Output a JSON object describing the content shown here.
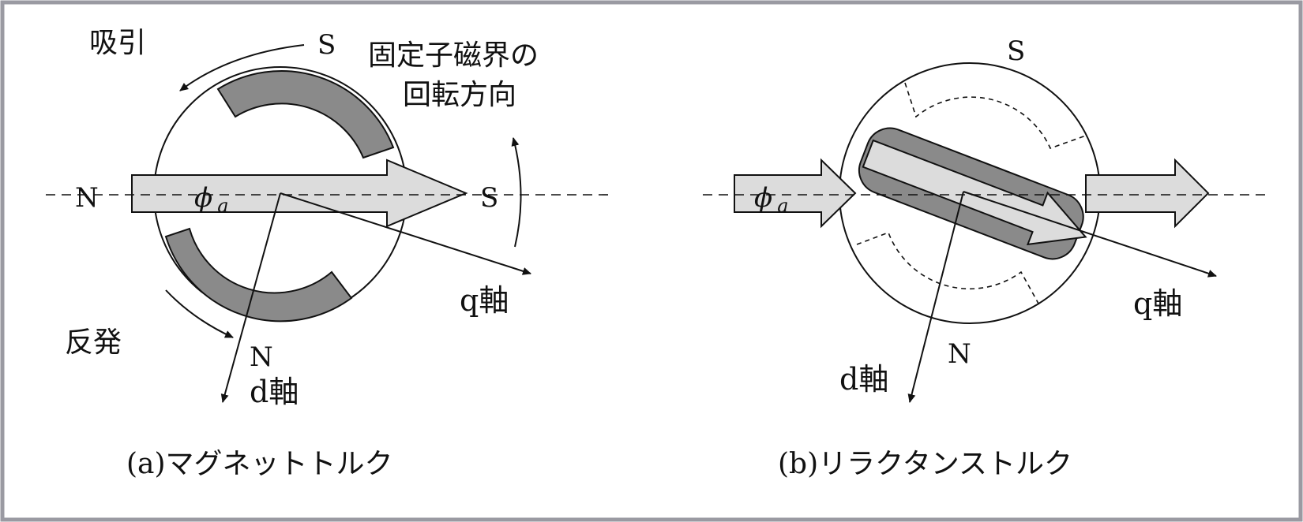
{
  "colors": {
    "frame": "#9a9aa2",
    "flux_fill": "#dcdcdc",
    "pole_fill": "#8a8a8a",
    "stroke": "#111111"
  },
  "panel_a": {
    "attract": "吸引",
    "repel": "反発",
    "rotation_line1": "固定子磁界の",
    "rotation_line2": "回転方向",
    "pole_left": "N",
    "pole_right": "S",
    "pole_top": "S",
    "pole_bottom": "N",
    "phi": "ϕ",
    "phi_sub": "a",
    "q_axis": "q軸",
    "d_axis": "d軸",
    "caption": "(a)マグネットトルク"
  },
  "panel_b": {
    "pole_top": "S",
    "pole_bottom": "N",
    "phi": "ϕ",
    "phi_sub": "a",
    "q_axis": "q軸",
    "d_axis": "d軸",
    "caption": "(b)リラクタンストルク"
  }
}
